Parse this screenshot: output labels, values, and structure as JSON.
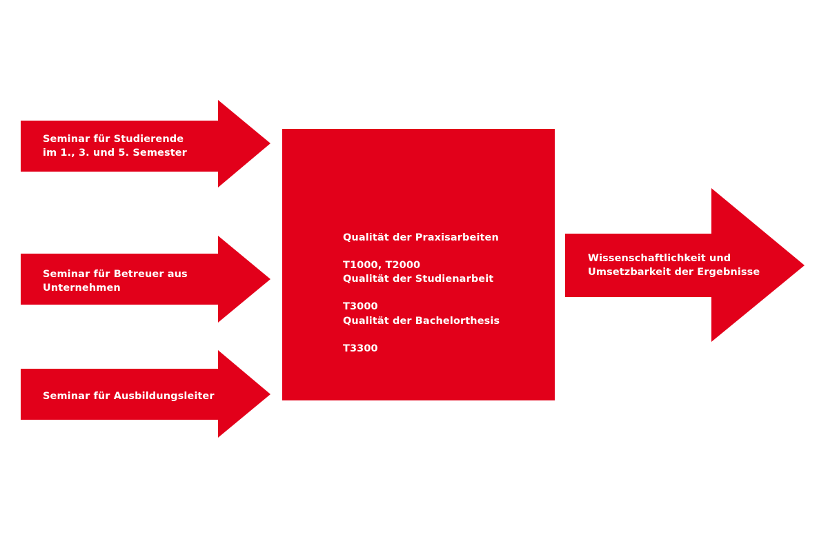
{
  "colors": {
    "accent": "#e2001a",
    "text": "#ffffff",
    "background": "#ffffff"
  },
  "inputs": [
    {
      "label": "Seminar für Studierende\nim 1., 3. und 5. Semester"
    },
    {
      "label": "Seminar für Betreuer aus\nUnternehmen"
    },
    {
      "label": "Seminar für Ausbildungsleiter"
    }
  ],
  "center": {
    "items": [
      {
        "title": "Qualität der Praxisarbeiten",
        "code": "T1000, T2000"
      },
      {
        "title": "Qualität der Studienarbeit",
        "code": "T3000"
      },
      {
        "title": "Qualität der Bachelorthesis",
        "code": "T3300"
      }
    ]
  },
  "output": {
    "label": "Wissenschaftlichkeit und\nUmsetzbarkeit der Ergebnisse"
  }
}
